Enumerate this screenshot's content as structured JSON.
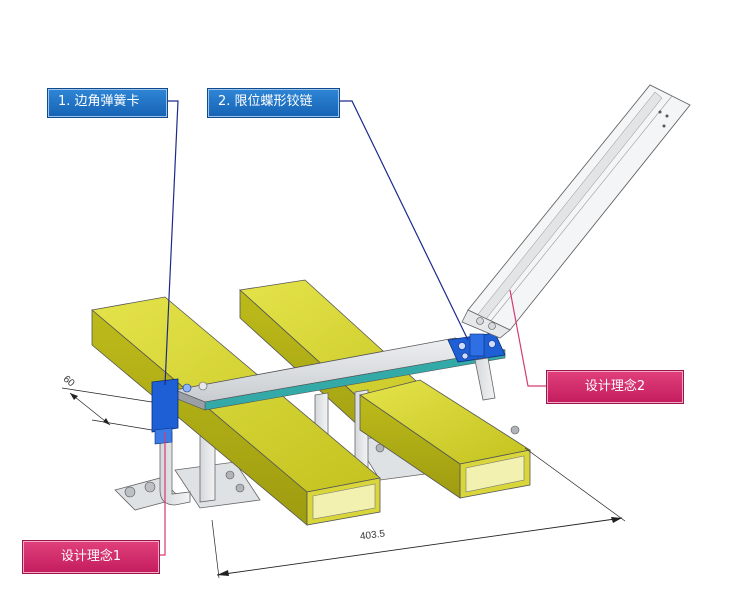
{
  "callouts": {
    "corner_clip": "1. 边角弹簧卡",
    "hinge": "2. 限位蝶形铰链",
    "design1": "设计理念1",
    "design2": "设计理念2"
  },
  "dimensions": {
    "length": "403.5",
    "width": "60"
  },
  "colors": {
    "beam": "#c9c624",
    "clip_blue": "#1f5fd6",
    "callout_blue": "#1a6cc0",
    "callout_pink": "#d3306e",
    "leader_navy": "#1d2a8c",
    "leader_pink": "#d63a72"
  }
}
